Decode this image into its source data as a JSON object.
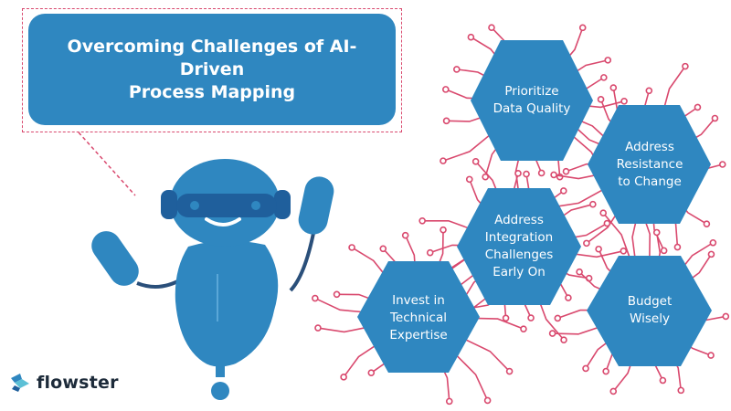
{
  "title": "Overcoming Challenges of AI-Driven\nProcess Mapping",
  "hexagons": [
    {
      "id": "data-quality",
      "label": "Prioritize\nData Quality"
    },
    {
      "id": "resistance",
      "label": "Address\nResistance\nto Change"
    },
    {
      "id": "integration",
      "label": "Address\nIntegration\nChallenges\nEarly On"
    },
    {
      "id": "expertise",
      "label": "Invest in\nTechnical\nExpertise"
    },
    {
      "id": "budget",
      "label": "Budget\nWisely"
    }
  ],
  "brand": {
    "name": "flowster"
  },
  "colors": {
    "primary_blue": "#2f87c0",
    "dark_blue": "#1f5f9c",
    "circuit_pink": "#d9496e",
    "text_dark": "#1d2b3a"
  }
}
